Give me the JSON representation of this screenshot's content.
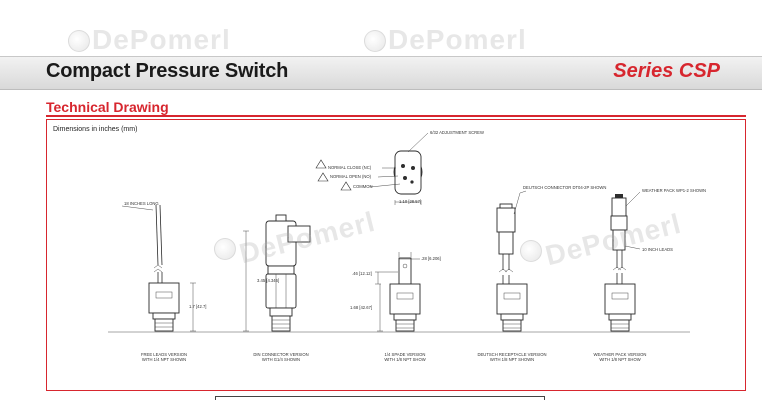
{
  "header": {
    "title": "Compact Pressure Switch",
    "series": "Series CSP"
  },
  "section": {
    "heading": "Technical Drawing",
    "dims_note": "Dimensions in inches (mm)"
  },
  "callouts": {
    "adjustment_screw": "6/32 ADJUSTMENT SCREW",
    "normal_close": "NORMAL CLOSE (NC)",
    "normal_open": "NORMAL OPEN (NO)",
    "common": "COMMON",
    "top_dim": "1.10 [28.57]",
    "leads_long": "18 INCHES LONG",
    "deutsch_connector": "DEUTSCH CONNECTOR DT04-2P SHOWN",
    "weather_pack": "WEATHER PACK WP1-2 SHOWN",
    "leads_10": "10 INCH LEADS",
    "din_height": "3.45 [4.346]",
    "free_height": "1.7 [42.7]",
    "spade_width": ".28 [6.206]",
    "spade_tab": ".46 [12.12]",
    "spade_height": "1.68 [42.67]"
  },
  "captions": [
    [
      "FREE LEADS VERSION",
      "WITH 1/4 NPT SHOWN"
    ],
    [
      "DIN CONNECTOR VERSION",
      "WITH G1/4 SHOWN"
    ],
    [
      "1/4 SPADE VERSION",
      "WITH 1/8 NPT SHOW"
    ],
    [
      "DEUTSCH RECEPTACLE VERSION",
      "WITH 1/8 NPT SHOWN"
    ],
    [
      "WEATHER PACK VERSION",
      "WITH 1/8 NPT SHOW"
    ]
  ],
  "watermark": "DePomerl"
}
